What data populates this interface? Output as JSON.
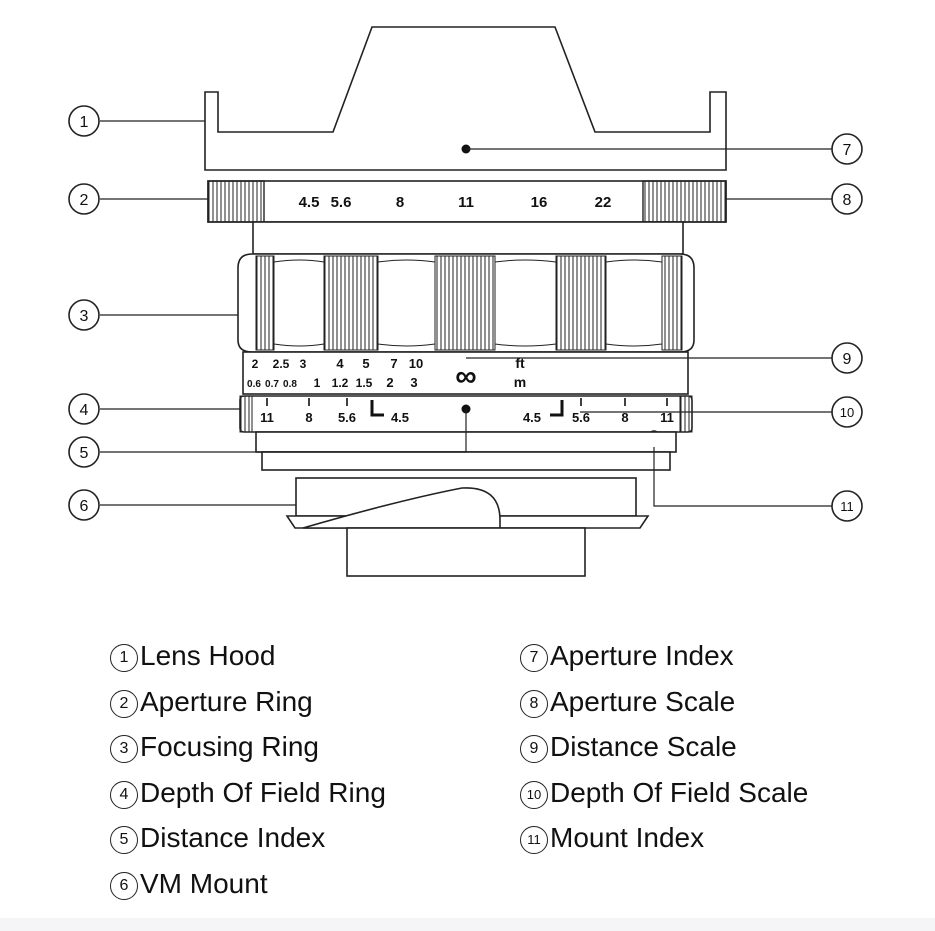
{
  "aperture_scale": [
    "4.5",
    "5.6",
    "8",
    "11",
    "16",
    "22"
  ],
  "distance_scale": {
    "ft_values": [
      "2",
      "2.5",
      "3",
      "4",
      "5",
      "7",
      "10"
    ],
    "m_values": [
      "0.6",
      "0.7",
      "0.8",
      "1",
      "1.2",
      "1.5",
      "2",
      "3"
    ],
    "infinity": "∞",
    "ft_unit": "ft",
    "m_unit": "m"
  },
  "dof_scale": {
    "left": [
      "11",
      "8",
      "5.6",
      "4.5"
    ],
    "right": [
      "4.5",
      "5.6",
      "8",
      "11"
    ]
  },
  "legend": [
    {
      "num": "1",
      "label": "Lens Hood"
    },
    {
      "num": "2",
      "label": "Aperture Ring"
    },
    {
      "num": "3",
      "label": "Focusing Ring"
    },
    {
      "num": "4",
      "label": "Depth Of Field Ring"
    },
    {
      "num": "5",
      "label": "Distance Index"
    },
    {
      "num": "6",
      "label": "VM Mount"
    },
    {
      "num": "7",
      "label": "Aperture Index"
    },
    {
      "num": "8",
      "label": "Aperture Scale"
    },
    {
      "num": "9",
      "label": "Distance Scale"
    },
    {
      "num": "10",
      "label": "Depth Of Field Scale"
    },
    {
      "num": "11",
      "label": "Mount Index"
    }
  ]
}
